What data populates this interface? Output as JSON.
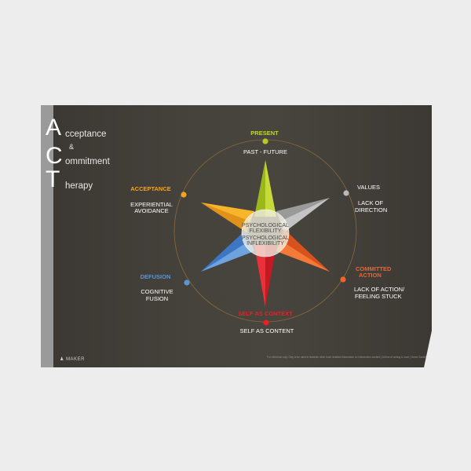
{
  "title": {
    "letters": [
      "A",
      "C",
      "T"
    ],
    "line1": "cceptance",
    "amp": "&",
    "line2": "ommitment",
    "line3": "herapy"
  },
  "center": {
    "top": "PSYCHOLOGICAL",
    "top2": "FLEXIBILITY",
    "bottom": "PSYCHOLOGICAL",
    "bottom2": "INFLEXIBILITY"
  },
  "nodes": {
    "present": {
      "label": "PRESENT",
      "opposite": "PAST - FUTURE",
      "color": "#b5cc1f"
    },
    "values": {
      "label": "VALUES",
      "opposite1": "LACK OF",
      "opposite2": "DIRECTION",
      "color": "#b9b9b9"
    },
    "committed": {
      "label1": "COMMITTED",
      "label2": "ACTION",
      "opposite1": "LACK OF ACTION/",
      "opposite2": "FEELING STUCK",
      "color": "#f06427"
    },
    "self": {
      "label": "SELF AS CONTEXT",
      "opposite": "SELF AS CONTENT",
      "color": "#e8202a"
    },
    "defusion": {
      "label": "DEFUSION",
      "opposite1": "COGNITIVE",
      "opposite2": "FUSION",
      "color": "#5a95d6"
    },
    "acceptance": {
      "label": "ACCEPTANCE",
      "opposite1": "EXPERIENTIAL",
      "opposite2": "AVOIDANCE",
      "color": "#f4a41e"
    }
  },
  "footer": {
    "note": "For reference only. Only to be used to illustrate other more detailed information on intervention content | At time of writing & more | Some Guidelines",
    "logo": "MAKER"
  }
}
